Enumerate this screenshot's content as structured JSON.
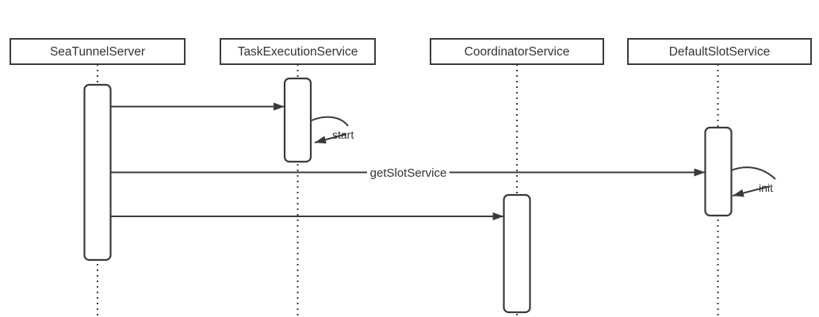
{
  "diagram": {
    "type": "uml-sequence-diagram",
    "participants": [
      {
        "name": "SeaTunnelServer"
      },
      {
        "name": "TaskExecutionService"
      },
      {
        "name": "CoordinatorService"
      },
      {
        "name": "DefaultSlotService"
      }
    ],
    "messages": [
      {
        "from": "SeaTunnelServer",
        "to": "TaskExecutionService",
        "label": "",
        "kind": "call"
      },
      {
        "from": "TaskExecutionService",
        "to": "TaskExecutionService",
        "label": "start",
        "kind": "self-call"
      },
      {
        "from": "SeaTunnelServer",
        "to": "DefaultSlotService",
        "label": "getSlotService",
        "kind": "call"
      },
      {
        "from": "DefaultSlotService",
        "to": "DefaultSlotService",
        "label": "init",
        "kind": "self-call"
      },
      {
        "from": "SeaTunnelServer",
        "to": "CoordinatorService",
        "label": "",
        "kind": "call"
      }
    ]
  },
  "theme": {
    "background": "#ffffff",
    "fill_color": "#ffffff",
    "line_color": "#3a3a3a",
    "text_color": "#333333"
  }
}
